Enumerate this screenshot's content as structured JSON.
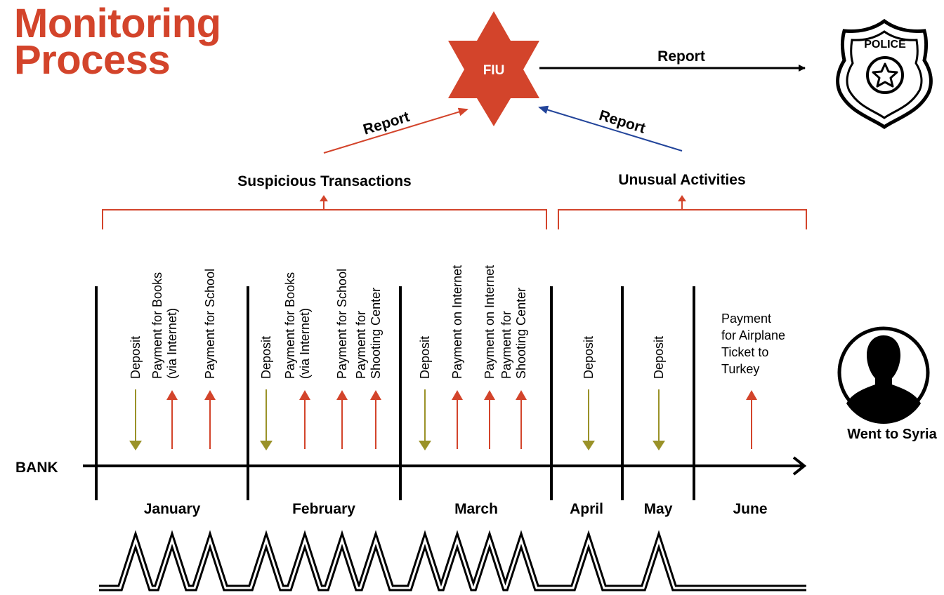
{
  "title": {
    "line1": "Monitoring",
    "line2": "Process"
  },
  "fiu": {
    "label": "FIU"
  },
  "police": {
    "label": "POLICE"
  },
  "reports": {
    "left": "Report",
    "right": "Report",
    "police": "Report"
  },
  "groups": {
    "suspicious": "Suspicious Transactions",
    "unusual": "Unusual Activities"
  },
  "bank": {
    "label": "BANK"
  },
  "person": {
    "caption": "Went to Syria"
  },
  "months": [
    "January",
    "February",
    "March",
    "April",
    "May",
    "June"
  ],
  "june_payment": [
    "Payment",
    "for Airplane",
    "Ticket to",
    "Turkey"
  ],
  "transactions": [
    {
      "kind": "deposit",
      "lines": [
        "Deposit"
      ]
    },
    {
      "kind": "payment",
      "lines": [
        "Payment for Books",
        "(via Internet)"
      ]
    },
    {
      "kind": "payment",
      "lines": [
        "Payment for School"
      ]
    },
    {
      "kind": "deposit",
      "lines": [
        "Deposit"
      ]
    },
    {
      "kind": "payment",
      "lines": [
        "Payment for Books",
        "(via Internet)"
      ]
    },
    {
      "kind": "payment",
      "lines": [
        "Payment for School"
      ]
    },
    {
      "kind": "payment",
      "lines": [
        "Payment for",
        "Shooting Center"
      ]
    },
    {
      "kind": "deposit",
      "lines": [
        "Deposit"
      ]
    },
    {
      "kind": "payment",
      "lines": [
        "Payment on Internet"
      ]
    },
    {
      "kind": "payment",
      "lines": [
        "Payment on Internet"
      ]
    },
    {
      "kind": "payment",
      "lines": [
        "Payment for",
        "Shooting Center"
      ]
    },
    {
      "kind": "deposit",
      "lines": [
        "Deposit"
      ]
    },
    {
      "kind": "deposit",
      "lines": [
        "Deposit"
      ]
    }
  ],
  "colors": {
    "accent": "#d3442b",
    "deposit": "#9a9228",
    "blue": "#22449a",
    "black": "#000000"
  }
}
